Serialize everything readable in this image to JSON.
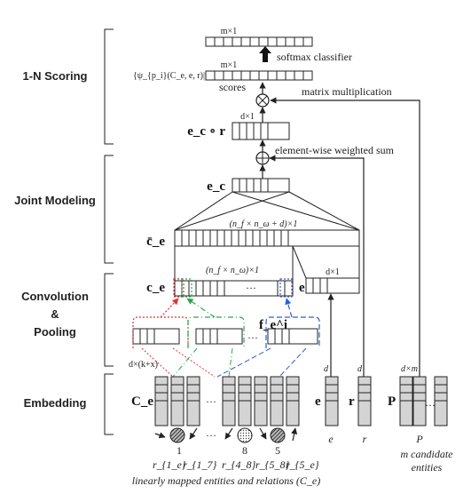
{
  "sections": {
    "scoring": "1-N Scoring",
    "joint": "Joint Modeling",
    "conv1": "Convolution",
    "conv2": "&",
    "conv3": "Pooling",
    "embedding": "Embedding"
  },
  "labels": {
    "m1_top": "m×1",
    "softmax": "softmax classifier",
    "psi": "{ψ_{p_i}(C_e, e, r)|p_i ∈ P}",
    "m1_scores": "m×1",
    "scores": "scores",
    "matrix_mult": "matrix multiplication",
    "d1_ecr": "d×1",
    "ecr": "e_c ∘ r",
    "elem_sum": "element-wise weighted sum",
    "ec": "e_c",
    "ce_bar": "c̄_e",
    "joint_dim": "(n_f × n_ω + d)×1",
    "conv_dim": "(n_f × n_ω)×1",
    "ce": "c_e",
    "e_box": "e",
    "d1_e": "d×1",
    "fe": "f_e^i",
    "dots": "···",
    "dk": "d×(k+x)",
    "d_e": "d",
    "d_r": "d",
    "dm": "d×m",
    "Ce": "C_e",
    "E": "e",
    "R": "r",
    "P": "P",
    "sub_e": "e",
    "sub_r": "r",
    "sub_P": "P",
    "m_candidate_1": "m candidate",
    "m_candidate_2": "entities",
    "num_1": "1",
    "num_8": "8",
    "num_5": "5",
    "r1e": "r_{1_e}",
    "r17": "r_{1_7}",
    "r48": "r_{4_8}",
    "r58": "r_{5_8}",
    "r5e": "r_{5_e}",
    "caption": "linearly mapped entities and relations (C_e)"
  },
  "colors": {
    "red": "#e03030",
    "green": "#2aa84a",
    "blue": "#2f5fd0",
    "gray": "#d4d4d4"
  }
}
